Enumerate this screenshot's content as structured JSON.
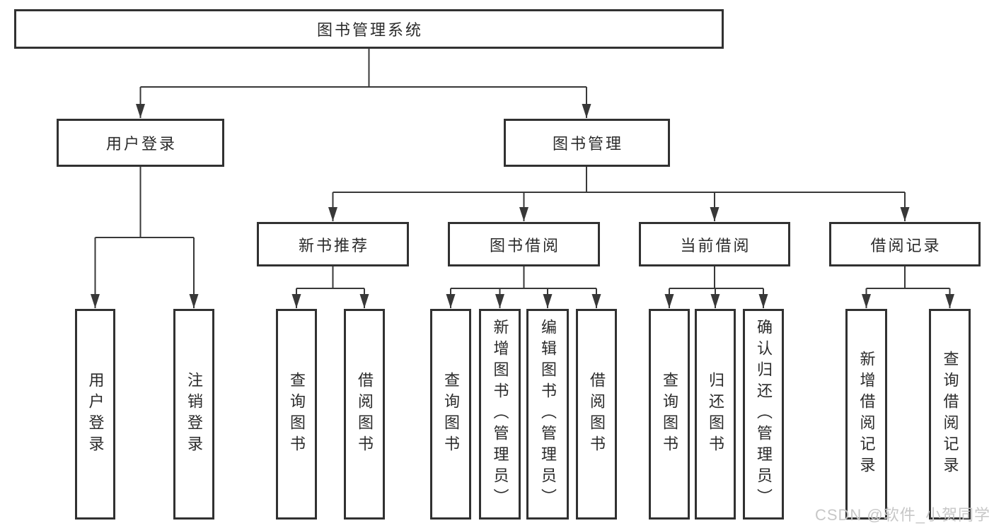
{
  "tree": {
    "root": {
      "label": "图书管理系统"
    },
    "branches": [
      {
        "label": "用户登录",
        "children": [
          {
            "label": "用户登录"
          },
          {
            "label": "注销登录"
          }
        ]
      },
      {
        "label": "图书管理",
        "children": [
          {
            "label": "新书推荐",
            "children": [
              {
                "label": "查询图书"
              },
              {
                "label": "借阅图书"
              }
            ]
          },
          {
            "label": "图书借阅",
            "children": [
              {
                "label": "查询图书"
              },
              {
                "label": "新增图书（管理员）"
              },
              {
                "label": "编辑图书（管理员）"
              },
              {
                "label": "借阅图书"
              }
            ]
          },
          {
            "label": "当前借阅",
            "children": [
              {
                "label": "查询图书"
              },
              {
                "label": "归还图书"
              },
              {
                "label": "确认归还（管理员）"
              }
            ]
          },
          {
            "label": "借阅记录",
            "children": [
              {
                "label": "新增借阅记录"
              },
              {
                "label": "查询借阅记录"
              }
            ]
          }
        ]
      }
    ]
  },
  "watermark": {
    "text": "CSDN @软件_小贺同学"
  },
  "colors": {
    "line": "#383838",
    "border": "#313131",
    "text": "#2b2b2b",
    "watermark": "#c7c7c7",
    "background": "#ffffff"
  }
}
